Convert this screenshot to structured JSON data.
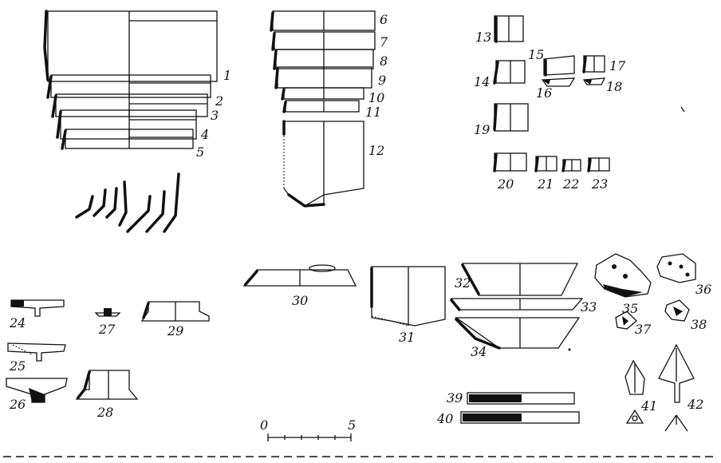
{
  "figure": {
    "labels": [
      "1",
      "2",
      "3",
      "4",
      "5",
      "6",
      "7",
      "8",
      "9",
      "10",
      "11",
      "12",
      "13",
      "14",
      "15",
      "16",
      "17",
      "18",
      "19",
      "20",
      "21",
      "22",
      "23",
      "24",
      "25",
      "26",
      "27",
      "28",
      "29",
      "30",
      "31",
      "32",
      "33",
      "34",
      "35",
      "36",
      "37",
      "38",
      "39",
      "40",
      "41",
      "42"
    ],
    "scale": {
      "start": "0",
      "end": "5"
    },
    "colors": {
      "ink": "#111111",
      "paper": "#ffffff"
    }
  }
}
